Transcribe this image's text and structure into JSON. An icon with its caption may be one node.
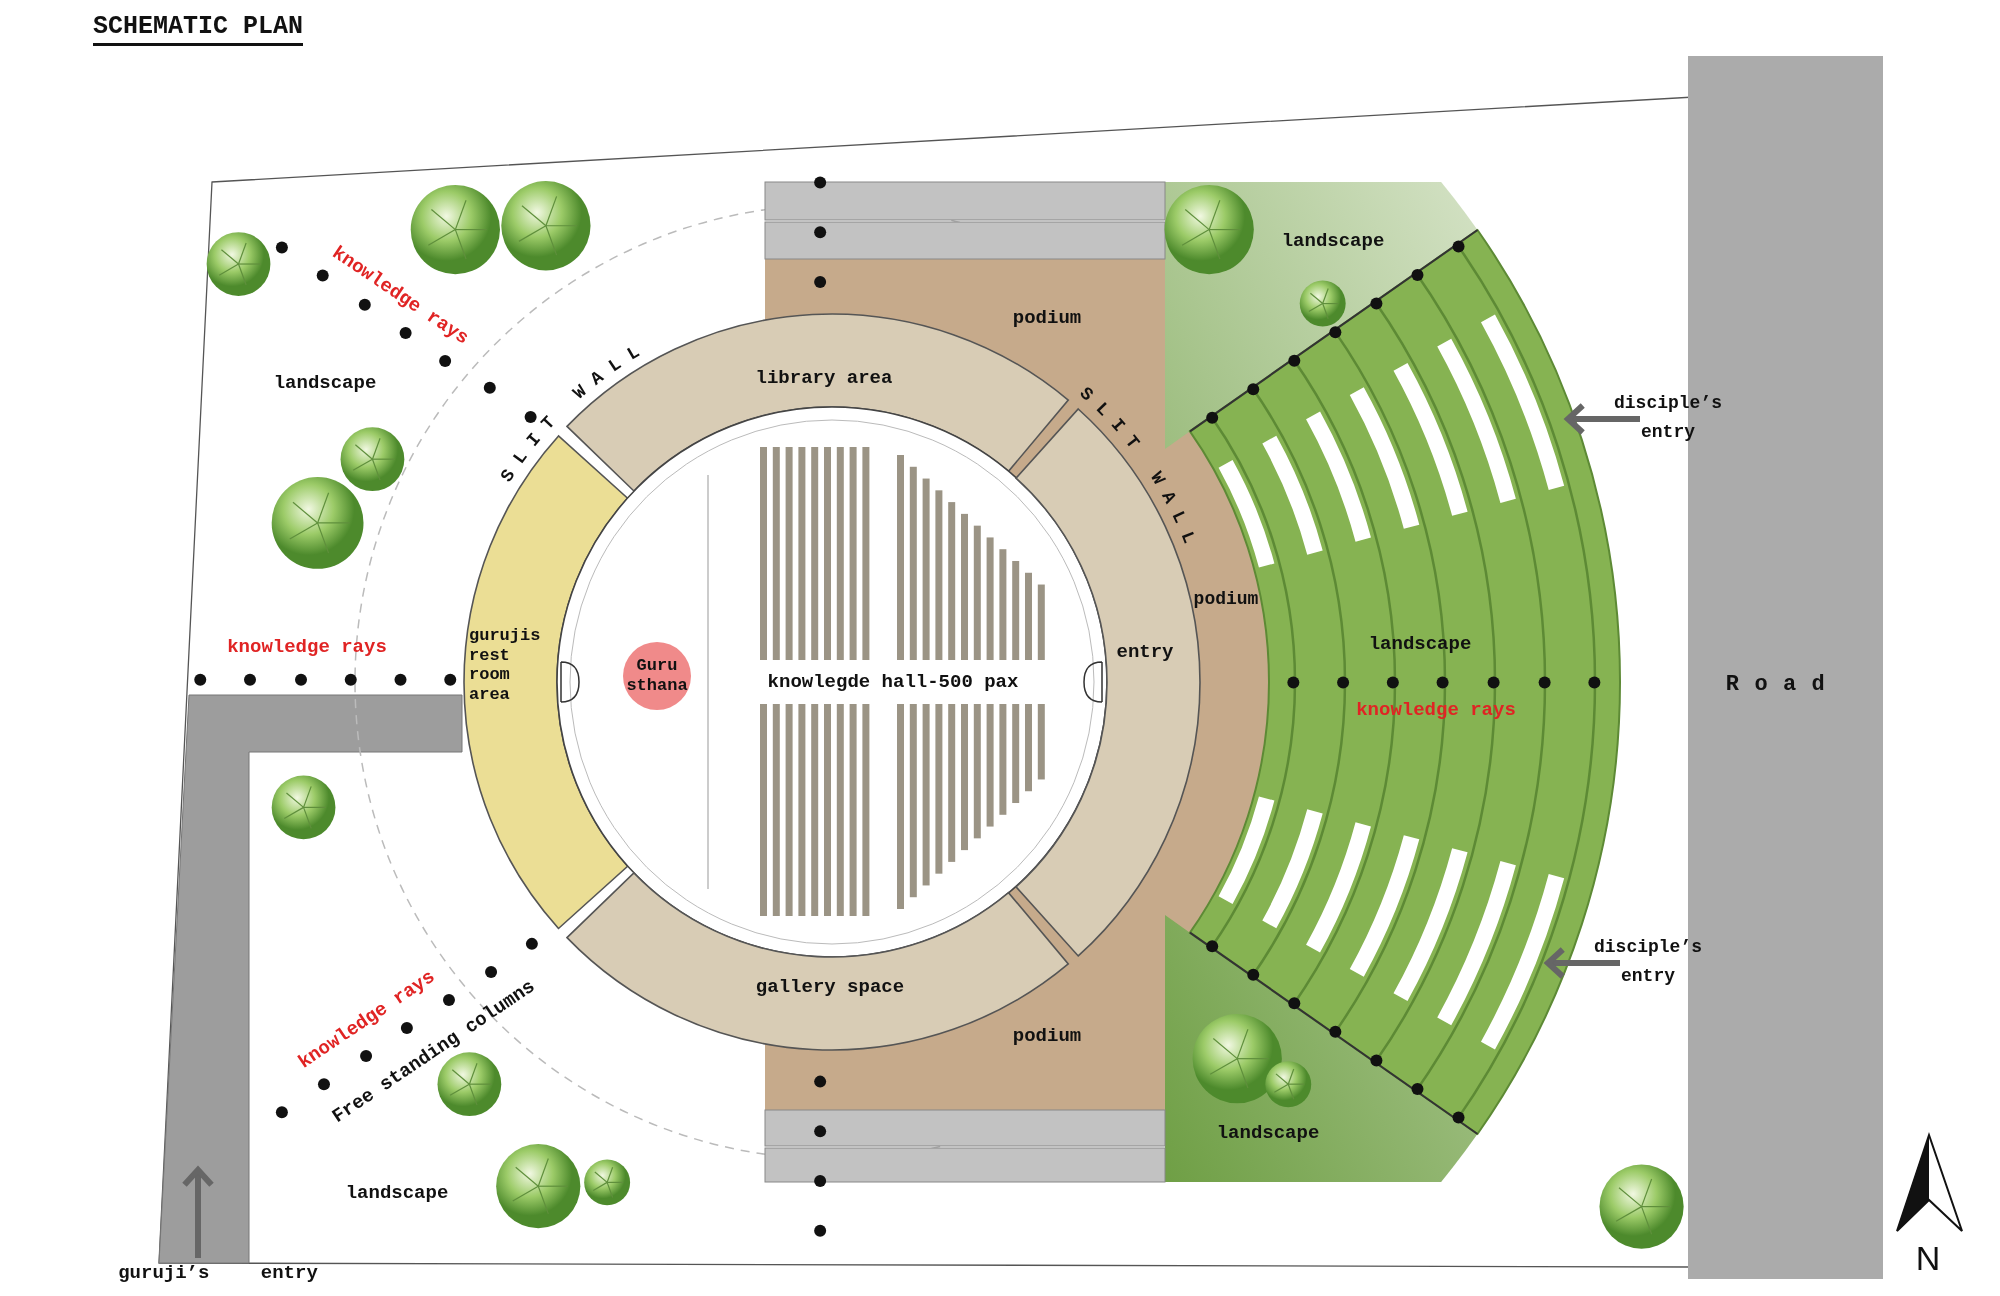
{
  "diagram": {
    "title": "SCHEMATIC PLAN",
    "nodes": [
      {
        "text": [
          "library area"
        ]
      },
      {
        "text": [
          "gurujis rest room area"
        ]
      },
      {
        "text": [
          "knowlegde hall-500 pax"
        ]
      },
      {
        "text": [
          "Guru sthana"
        ],
        "in": 2
      },
      {
        "text": [
          "entry"
        ]
      },
      {
        "text": [
          "gallery space"
        ]
      },
      {
        "text": [
          "Road"
        ]
      }
    ],
    "labels": [
      "landscape",
      "knowledge rays",
      "SLIT WALL",
      "SLIT WALL",
      "podium",
      "landscape",
      "disciple’s entry",
      "podium",
      "knowledge rays",
      "landscape",
      "knowledge rays",
      "disciple’s entry",
      "knowledge rays",
      "Free standing columns",
      "podium",
      "landscape",
      "landscape",
      "guruji’s entry",
      "N"
    ]
  }
}
